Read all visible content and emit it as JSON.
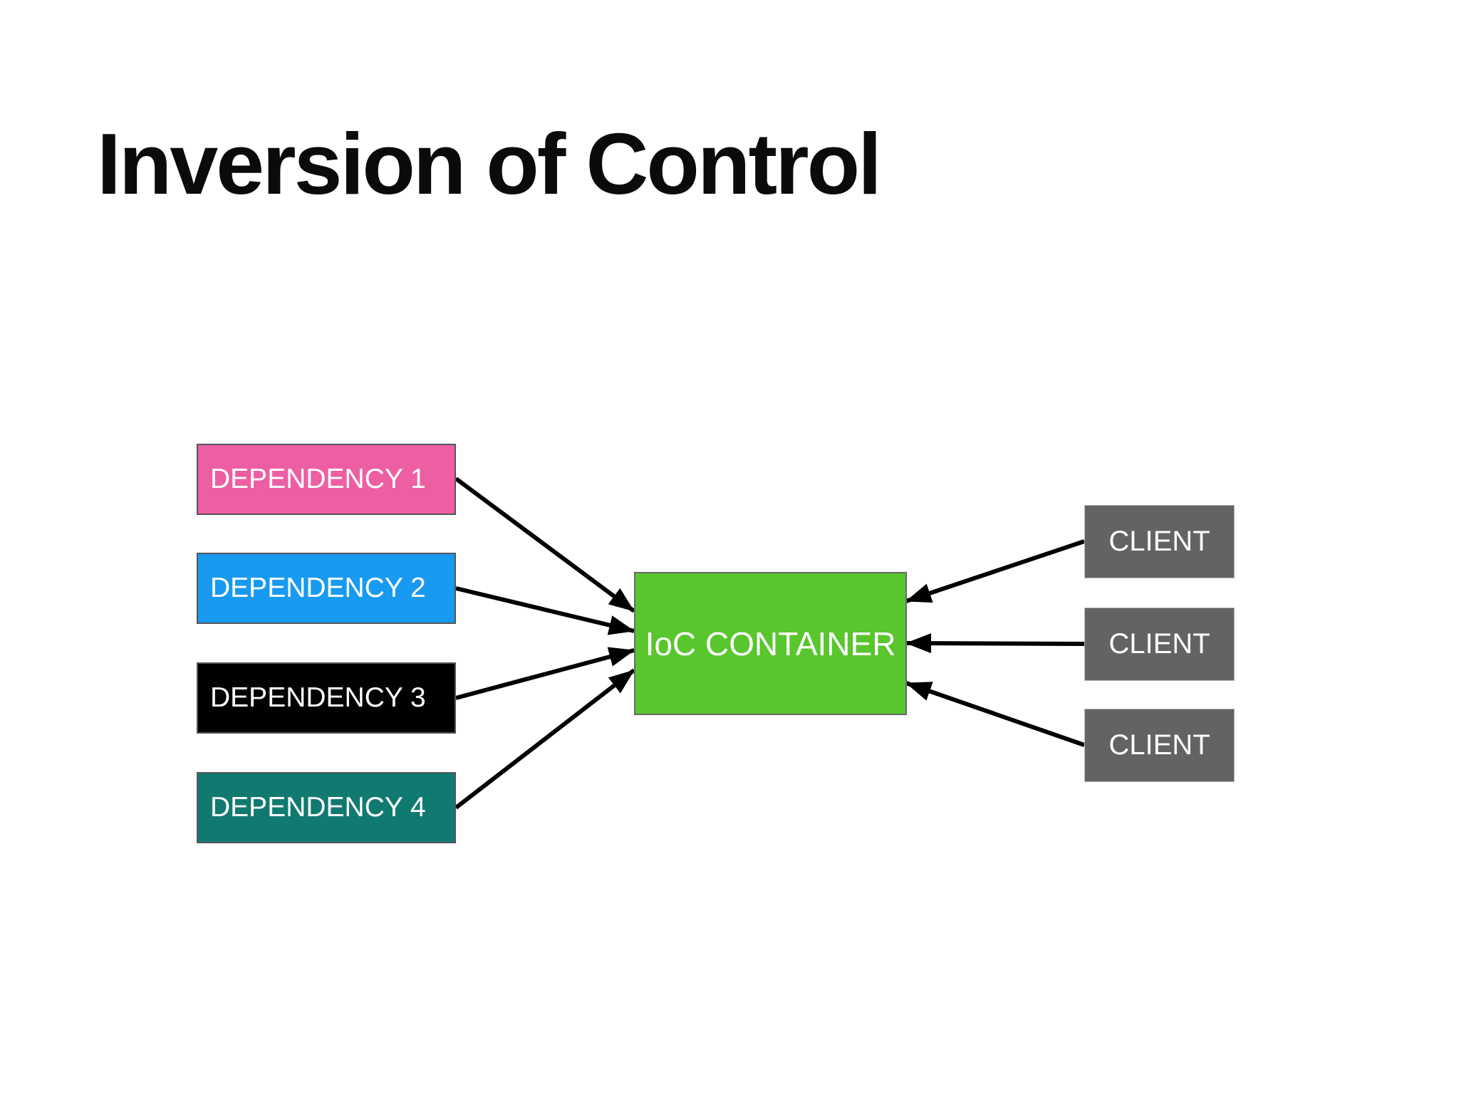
{
  "title": "Inversion of Control",
  "diagram": {
    "dependencies": [
      {
        "label": "DEPENDENCY 1",
        "color": "#EE5EA2"
      },
      {
        "label": "DEPENDENCY 2",
        "color": "#189AF0"
      },
      {
        "label": "DEPENDENCY 3",
        "color": "#010101"
      },
      {
        "label": "DEPENDENCY 4",
        "color": "#117A70"
      }
    ],
    "container": {
      "label": "IoC CONTAINER",
      "color": "#58C62C"
    },
    "clients": [
      {
        "label": "CLIENT",
        "color": "#636363"
      },
      {
        "label": "CLIENT",
        "color": "#636363"
      },
      {
        "label": "CLIENT",
        "color": "#636363"
      }
    ],
    "arrow_color": "#000000",
    "text_color": "#FFFFFF"
  }
}
